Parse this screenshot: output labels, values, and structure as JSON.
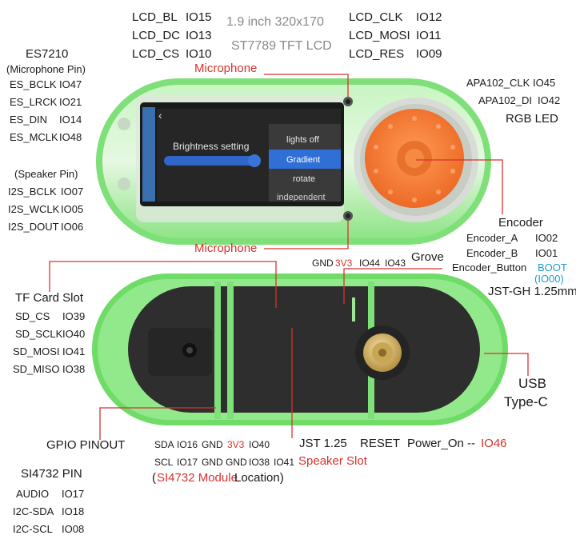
{
  "lcd": {
    "left": [
      {
        "name": "LCD_BL",
        "io": "IO15"
      },
      {
        "name": "LCD_DC",
        "io": "IO13"
      },
      {
        "name": "LCD_CS",
        "io": "IO10"
      }
    ],
    "right": [
      {
        "name": "LCD_CLK",
        "io": "IO12"
      },
      {
        "name": "LCD_MOSI",
        "io": "IO11"
      },
      {
        "name": "LCD_RES",
        "io": "IO09"
      }
    ],
    "title1": "1.9 inch 320x170",
    "title2": "ST7789 TFT LCD"
  },
  "es7210": {
    "title": "ES7210",
    "subtitle": "(Microphone Pin)",
    "pins": [
      {
        "name": "ES_BCLK",
        "io": "IO47"
      },
      {
        "name": "ES_LRCK",
        "io": "IO21"
      },
      {
        "name": "ES_DIN",
        "io": "IO14"
      },
      {
        "name": "ES_MCLK",
        "io": "IO48"
      }
    ]
  },
  "speaker_pin": {
    "title": "(Speaker Pin)",
    "pins": [
      {
        "name": "I2S_BCLK",
        "io": "IO07"
      },
      {
        "name": "I2S_WCLK",
        "io": "IO05"
      },
      {
        "name": "I2S_DOUT",
        "io": "IO06"
      }
    ]
  },
  "microphone_top": "Microphone",
  "microphone_bottom": "Microphone",
  "rgb": {
    "pins": [
      {
        "name": "APA102_CLK",
        "io": "IO45"
      },
      {
        "name": "APA102_DI",
        "io": "IO42"
      }
    ],
    "title": "RGB LED"
  },
  "encoder": {
    "title": "Encoder",
    "pins": [
      {
        "name": "Encoder_A",
        "io": "IO02"
      },
      {
        "name": "Encoder_B",
        "io": "IO01"
      }
    ],
    "button_label": "Encoder_Button",
    "button_io1": "BOOT",
    "button_io2": "(IO00)"
  },
  "screen_ui": {
    "back": "‹",
    "brightness": "Brightness setting",
    "menu": [
      "lights off",
      "Gradient",
      "rotate",
      "independent"
    ]
  },
  "grove": {
    "title": "Grove",
    "gnd": "GND",
    "v33": "3V3",
    "io44": "IO44",
    "io43": "IO43",
    "jst": "JST-GH 1.25mm"
  },
  "tf": {
    "title": "TF Card Slot",
    "pins": [
      {
        "name": "SD_CS",
        "io": "IO39"
      },
      {
        "name": "SD_SCLK",
        "io": "IO40"
      },
      {
        "name": "SD_MOSI",
        "io": "IO41"
      },
      {
        "name": "SD_MISO",
        "io": "IO38"
      }
    ]
  },
  "usb": {
    "line1": "USB",
    "line2": "Type-C"
  },
  "gpio_pinout": "GPIO PINOUT",
  "bottom_row1": {
    "sda": "SDA",
    "io16": "IO16",
    "gnd": "GND",
    "v33": "3V3",
    "io40": "IO40"
  },
  "bottom_row2": {
    "scl": "SCL",
    "io17": "IO17",
    "gnd1": "GND",
    "gnd2": "GND",
    "io38": "IO38",
    "io41": "IO41"
  },
  "jst125": "JST 1.25",
  "reset": "RESET",
  "power_on": {
    "label": "Power_On --",
    "io": "IO46"
  },
  "speaker_slot": "Speaker Slot",
  "si_module": {
    "open": "(",
    "name": "SI4732 Module",
    "rest": " Location)"
  },
  "si4732": {
    "title": "SI4732 PIN",
    "pins": [
      {
        "name": "AUDIO",
        "io": "IO17"
      },
      {
        "name": "I2C-SDA",
        "io": "IO18"
      },
      {
        "name": "I2C-SCL",
        "io": "IO08"
      }
    ]
  },
  "colors": {
    "accent_red": "#d8322c",
    "accent_blue": "#1f9fd2",
    "shell_green": "#7ee07a",
    "encoder_orange": "#f07a34",
    "screen_blue": "#2f6fd6"
  }
}
